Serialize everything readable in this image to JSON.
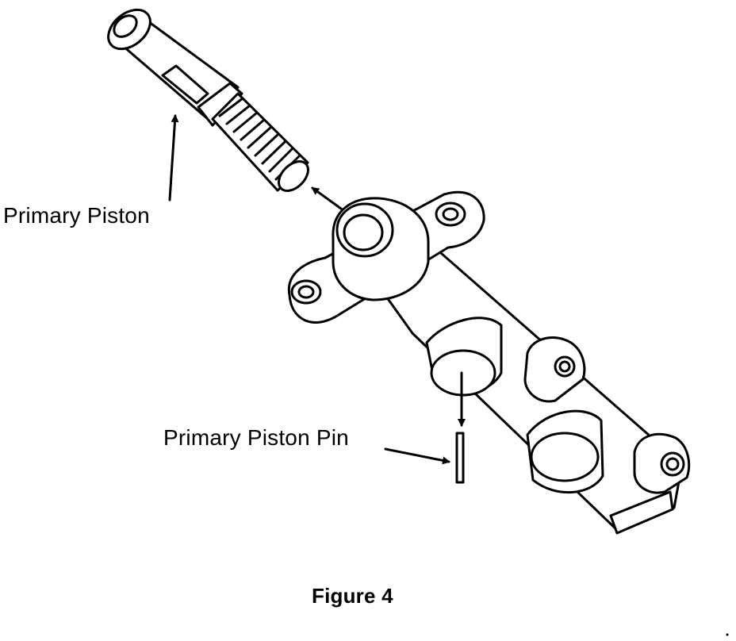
{
  "labels": {
    "primary_piston": "Primary Piston",
    "primary_piston_pin": "Primary Piston Pin"
  },
  "caption": "Figure 4"
}
